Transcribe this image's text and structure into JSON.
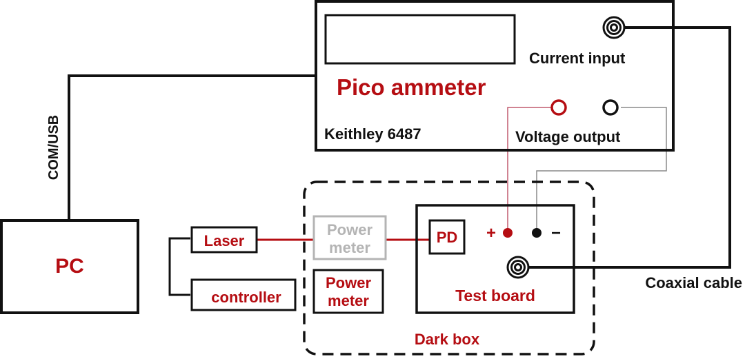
{
  "ammeter": {
    "title": "Pico ammeter",
    "model": "Keithley 6487",
    "current_input_label": "Current input",
    "voltage_output_label": "Voltage output"
  },
  "pc": {
    "label": "PC"
  },
  "link": {
    "label": "COM/USB"
  },
  "laser": {
    "label": "Laser"
  },
  "controller": {
    "label": "controller"
  },
  "power_meter_ghost": {
    "line1": "Power",
    "line2": "meter"
  },
  "power_meter": {
    "line1": "Power",
    "line2": "meter"
  },
  "test_board": {
    "label": "Test board",
    "pd_label": "PD",
    "plus": "+",
    "minus": "−"
  },
  "dark_box": {
    "label": "Dark box"
  },
  "coax": {
    "label": "Coaxial cable"
  },
  "colors": {
    "accent_red": "#b50d12",
    "ink": "#111111",
    "ghost_gray": "#b4b4b4",
    "wire_pink": "#c05a6e",
    "wire_gray": "#8a8a8a"
  }
}
